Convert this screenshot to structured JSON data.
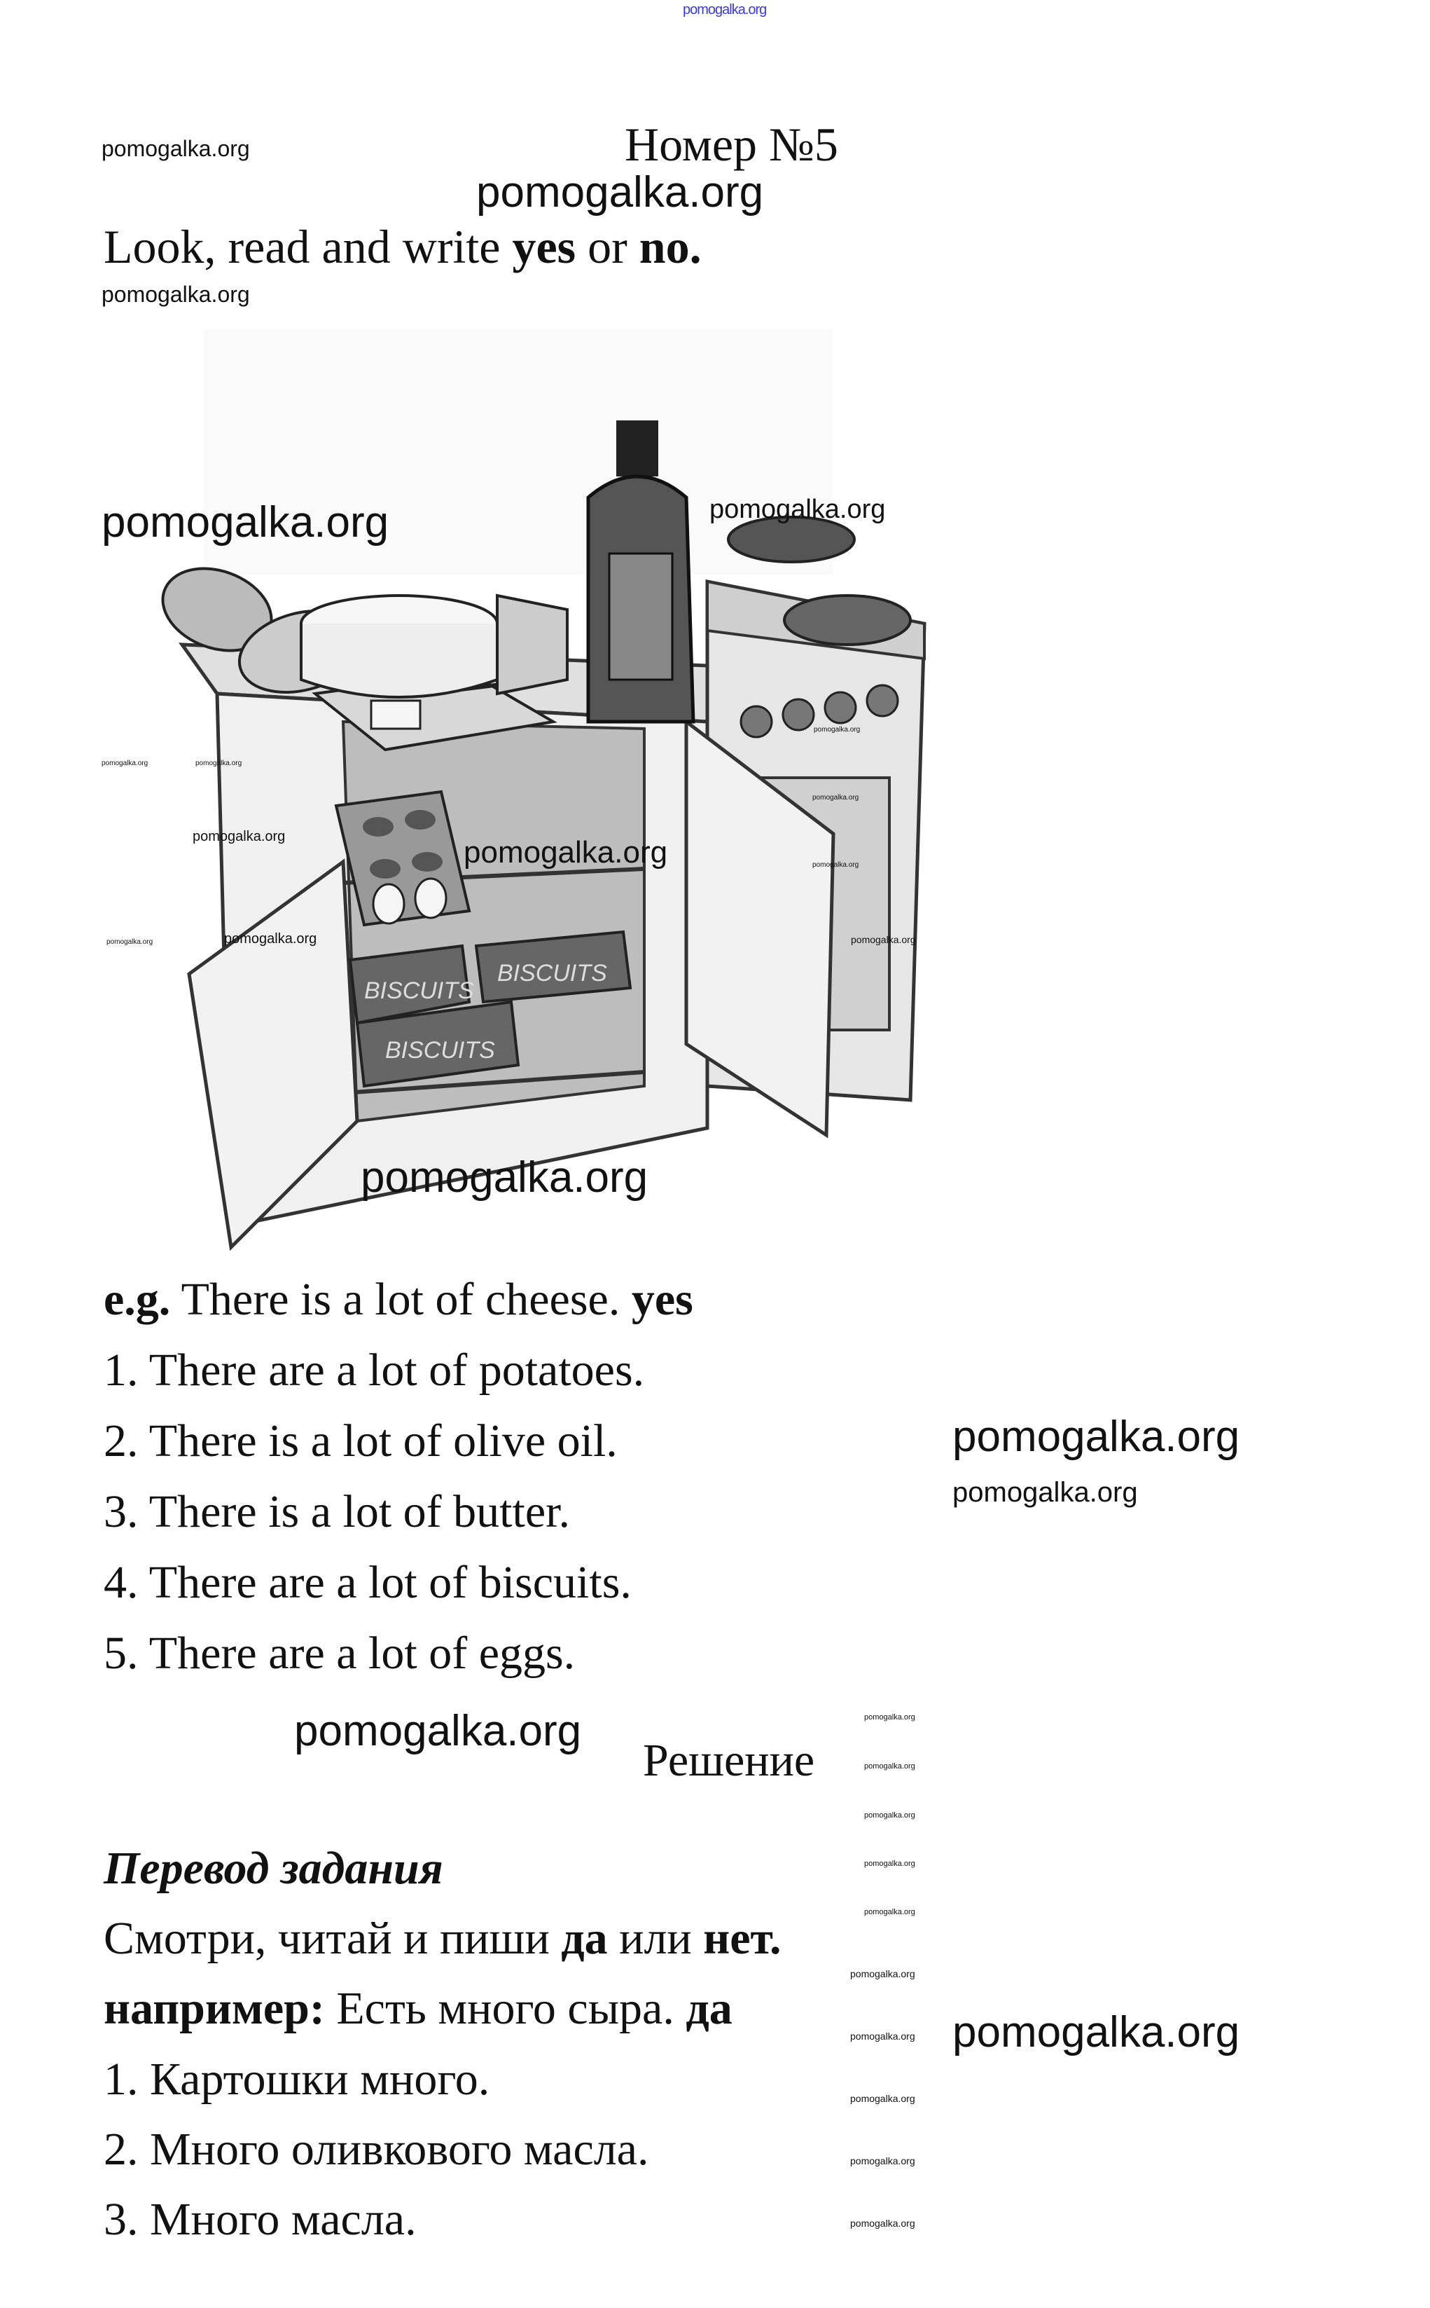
{
  "watermark_text": "pomogalka.org",
  "header": {
    "title": "Номер №5"
  },
  "task": {
    "instruction_start": "Look, read and write ",
    "yes": "yes",
    "or": " or ",
    "no": "no."
  },
  "illustration": {
    "labels": [
      "BISCUITS",
      "BISCUITS",
      "BISCUITS"
    ]
  },
  "sentences": {
    "example_label": "e.g.",
    "example_text": " There is a lot of cheese. ",
    "example_answer": "yes",
    "items": [
      "1. There are a lot of potatoes.",
      "2. There is a lot of olive oil.",
      "3. There is a lot of butter.",
      "4. There are a lot of biscuits.",
      "5. There are a lot of eggs."
    ]
  },
  "solution": {
    "title": "Решение"
  },
  "translation": {
    "heading": "Перевод задания",
    "instruction_start": "Смотри, читай и пиши ",
    "yes": "да",
    "or": " или ",
    "no": "нет.",
    "example_label": "например:",
    "example_text": " Есть много сыра. ",
    "example_answer": "да",
    "items": [
      "1. Картошки много.",
      "2. Много оливкового масла.",
      "3. Много масла."
    ]
  }
}
